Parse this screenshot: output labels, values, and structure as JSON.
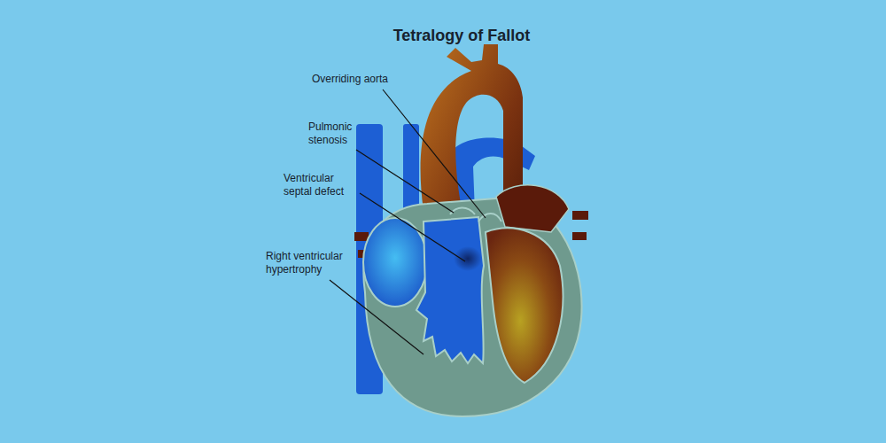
{
  "diagram": {
    "title": "Tetralogy of Fallot",
    "labels": [
      "Overriding aorta",
      "Pulmonic stenosis",
      "Ventricular septal defect",
      "Right ventricular hypertrophy"
    ]
  }
}
